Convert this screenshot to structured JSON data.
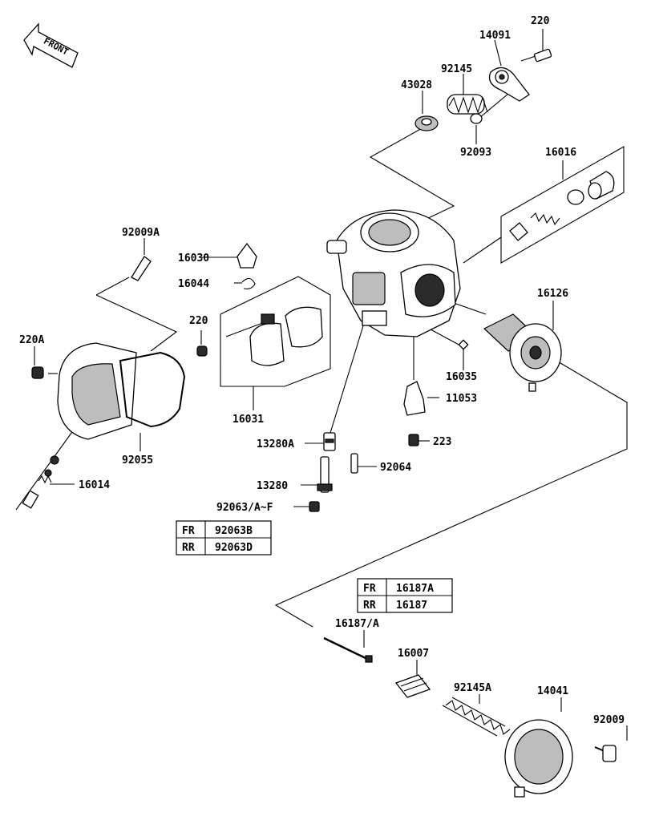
{
  "front_label": "FRONT",
  "labels": {
    "l220_top": "220",
    "l14091": "14091",
    "l92145": "92145",
    "l43028": "43028",
    "l92093": "92093",
    "l16016": "16016",
    "l92009A": "92009A",
    "l16030": "16030",
    "l16044": "16044",
    "l220_mid": "220",
    "l220A": "220A",
    "l16126": "16126",
    "l16035": "16035",
    "l11053": "11053",
    "l223": "223",
    "l16031": "16031",
    "l92055": "92055",
    "l13280A": "13280A",
    "l92064": "92064",
    "l16014": "16014",
    "l13280": "13280",
    "l92063": "92063/A~F",
    "l16187A": "16187/A",
    "l16007": "16007",
    "l92145A": "92145A",
    "l14041": "14041",
    "l92009": "92009"
  },
  "table1": {
    "rows": [
      {
        "region": "FR",
        "part": "92063B"
      },
      {
        "region": "RR",
        "part": "92063D"
      }
    ]
  },
  "table2": {
    "rows": [
      {
        "region": "FR",
        "part": "16187A"
      },
      {
        "region": "RR",
        "part": "16187"
      }
    ]
  }
}
